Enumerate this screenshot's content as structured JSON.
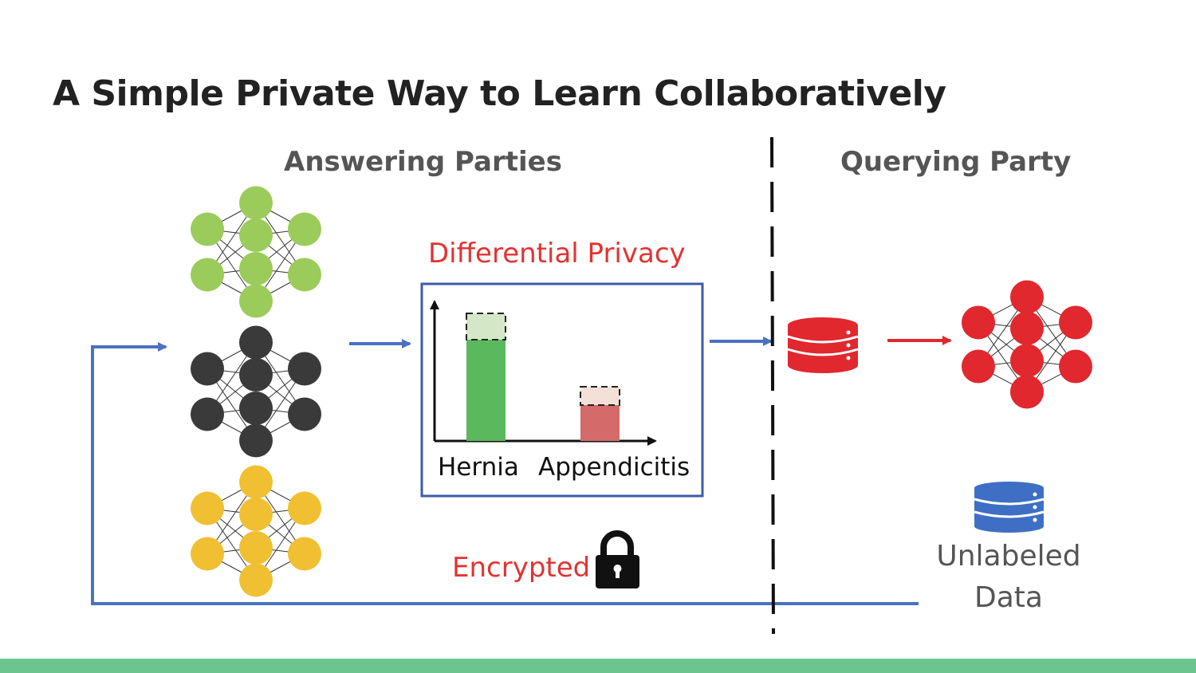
{
  "title": "A Simple Private Way to Learn Collaboratively",
  "sections": {
    "answering": "Answering Parties",
    "querying": "Querying Party"
  },
  "dp_box": {
    "title": "Differential Privacy",
    "bars": [
      {
        "label": "Hernia",
        "color": "#5cb85c",
        "noise_color": "#d4e8c8"
      },
      {
        "label": "Appendicitis",
        "color": "#d46a6a",
        "noise_color": "#f5e0d8"
      }
    ]
  },
  "encrypted_label": "Encrypted",
  "unlabeled_data": {
    "line1": "Unlabeled",
    "line2": "Data"
  },
  "colors": {
    "green_net": "#9bcb5a",
    "dark_net": "#3a3a3a",
    "yellow_net": "#f0c032",
    "red_net": "#e0282e",
    "arrow_blue": "#4a72c0",
    "arrow_red": "#e0282e",
    "database_red": "#e0282e",
    "database_blue": "#3e6fc4",
    "footer": "#6cc58f"
  },
  "icons": [
    "lock-icon",
    "database-icon",
    "neural-network-icon"
  ]
}
